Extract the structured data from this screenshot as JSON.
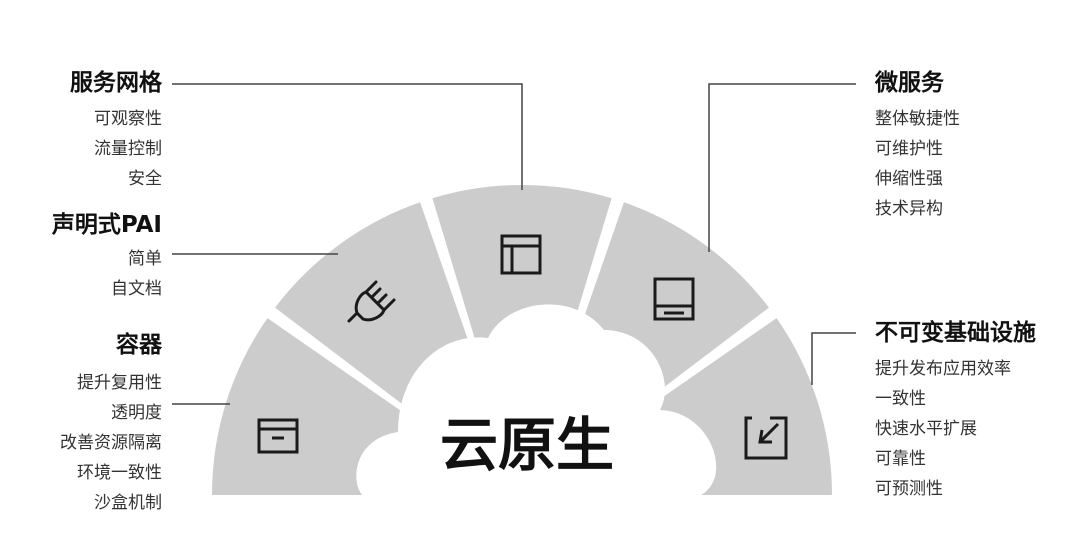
{
  "center_label": "云原生",
  "groups": {
    "mesh": {
      "title": "服务网格",
      "items": [
        "可观察性",
        "流量控制",
        "安全"
      ]
    },
    "declarative": {
      "title": "声明式PAI",
      "items": [
        "简单",
        "自文档"
      ]
    },
    "container": {
      "title": "容器",
      "items": [
        "提升复用性",
        "透明度",
        "改善资源隔离",
        "环境一致性",
        "沙盒机制"
      ]
    },
    "microservices": {
      "title": "微服务",
      "items": [
        "整体敏捷性",
        "可维护性",
        "伸缩性强",
        "技术异构"
      ]
    },
    "immutable": {
      "title": "不可变基础设施",
      "items": [
        "提升发布应用效率",
        "一致性",
        "快速水平扩展",
        "可靠性",
        "可预测性"
      ]
    }
  },
  "segment_icons": [
    "box-icon",
    "plug-icon",
    "window-icon",
    "monitor-icon",
    "external-arrow-icon"
  ],
  "colors": {
    "segment_fill": "#cccccc",
    "cloud_fill": "#ffffff",
    "line": "#444444",
    "icon": "#1a1a1a",
    "text": "#1a1a1a"
  }
}
